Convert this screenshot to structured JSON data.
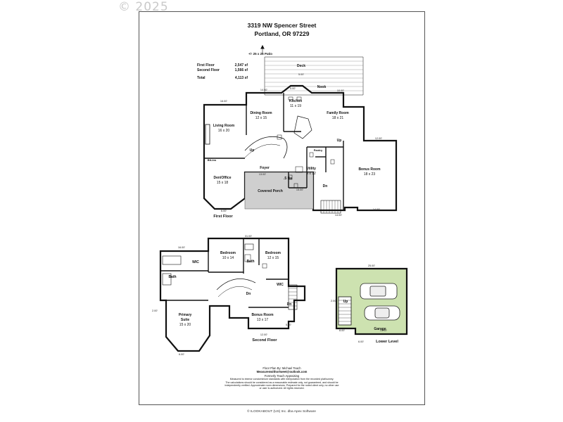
{
  "watermark": "© 2025",
  "header": {
    "address": "3319 NW Spencer Street",
    "city": "Portland, OR 97229"
  },
  "areas": [
    {
      "label": "First Floor",
      "value": "2,547 sf"
    },
    {
      "label": "Second Floor",
      "value": "1,566 sf"
    },
    {
      "label": "Total",
      "value": "4,113 sf"
    }
  ],
  "floors": {
    "first": "First Floor",
    "second": "Second Floor",
    "lower": "Lower Level"
  },
  "rooms": {
    "patio": "+/- 25 x 25 Patio",
    "deck": "Deck",
    "nook": "Nook",
    "kitchen": "Kitchen",
    "kitchen_size": "11 x 19",
    "dining": "Dining Room",
    "dining_size": "12 x 15",
    "family": "Family Room",
    "family_size": "18 x 21",
    "living": "Living Room",
    "living_size": "16 x 20",
    "builtin": "Blt-ins",
    "den": "Den/Office",
    "den_size": "15 x 18",
    "foyer": "Foyer",
    "pantry": "Pantry",
    "utility": "Utility",
    "utility_size": "9 x 12",
    "half_bath": ".5 Ba",
    "porch": "Covered Porch",
    "bonus1": "Bonus Room",
    "bonus1_size": "18 x 23",
    "up": "Up",
    "dn": "Dn",
    "bedroom_a": "Bedroom",
    "bedroom_a_size": "10 x 14",
    "bedroom_b": "Bedroom",
    "bedroom_b_size": "12 x 15",
    "bath": "Bath",
    "wic": "WIC",
    "primary": "Primary",
    "suite": "Suite",
    "primary_size": "15 x 20",
    "bonus2": "Bonus Room",
    "bonus2_size": "13 x 17",
    "garage": "Garage"
  },
  "dims": {
    "d_6_00": "6.00'",
    "d_5_00": "5.00'",
    "d_14_00": "14.00'",
    "d_4_00": "4.00'",
    "d_10_00": "10.00'",
    "d_16_00": "16.00'",
    "d_18_00": "18.00'",
    "d_12_00": "12.00'",
    "d_13_00": "13.00'",
    "d_15_00": "15.00'",
    "d_24_00": "24.00'",
    "d_8_00": "8.00'",
    "d_9_00": "9.00'",
    "d_2_00": "2.00'",
    "d_31_00": "31.00'",
    "d_20_00": "20.00'",
    "d_25_00": "25.00'",
    "d_28_00": "28.00'",
    "d_3_00": "3.00'"
  },
  "credit": {
    "line1": "Floor Plan By: Michael Teach",
    "line2": "Measurenwithortweet@outlook.com",
    "line3": "Formerly Teach Appraising",
    "line4": "Measured to interior condominium standards with interpolation from the recorded plat/survey.",
    "line5": "The calculations should be considered as a reasonable estimate only, not guaranteed, and should be",
    "line6": "independently verified. Approximate room dimensions. Prepared for the noted client only, no other use",
    "line7": "or user is authorized. All rights reserved."
  },
  "footer": "© ILOOKABOUT (US) Inc. dba Apex Software"
}
